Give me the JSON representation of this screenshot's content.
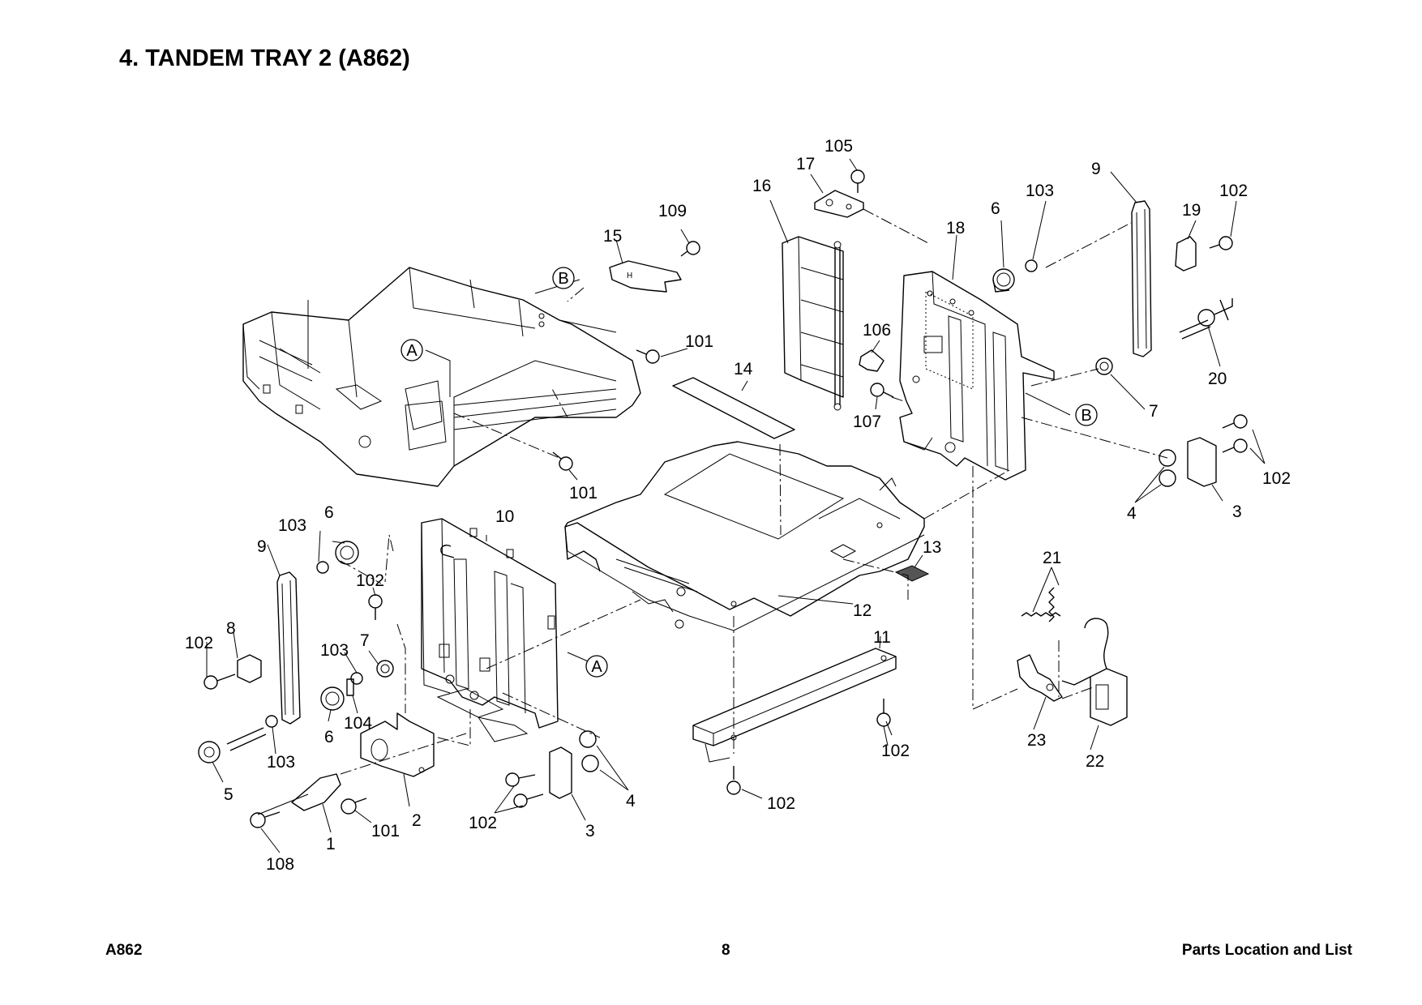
{
  "title": "4. TANDEM TRAY 2 (A862)",
  "footer": {
    "left": "A862",
    "center": "8",
    "right": "Parts Location and List"
  },
  "callouts": [
    "A",
    "B",
    "A",
    "B"
  ],
  "part_labels": [
    "105",
    "17",
    "16",
    "109",
    "15",
    "9",
    "103",
    "102",
    "6",
    "19",
    "18",
    "106",
    "20",
    "101",
    "14",
    "7",
    "107",
    "101",
    "102",
    "3",
    "4",
    "10",
    "103",
    "6",
    "9",
    "13",
    "102",
    "21",
    "12",
    "8",
    "102",
    "103",
    "7",
    "11",
    "104",
    "6",
    "103",
    "102",
    "23",
    "22",
    "5",
    "4",
    "2",
    "101",
    "3",
    "102",
    "102",
    "1",
    "108"
  ],
  "colors": {
    "ink": "#000000",
    "paper": "#ffffff",
    "shade": "#555555"
  }
}
